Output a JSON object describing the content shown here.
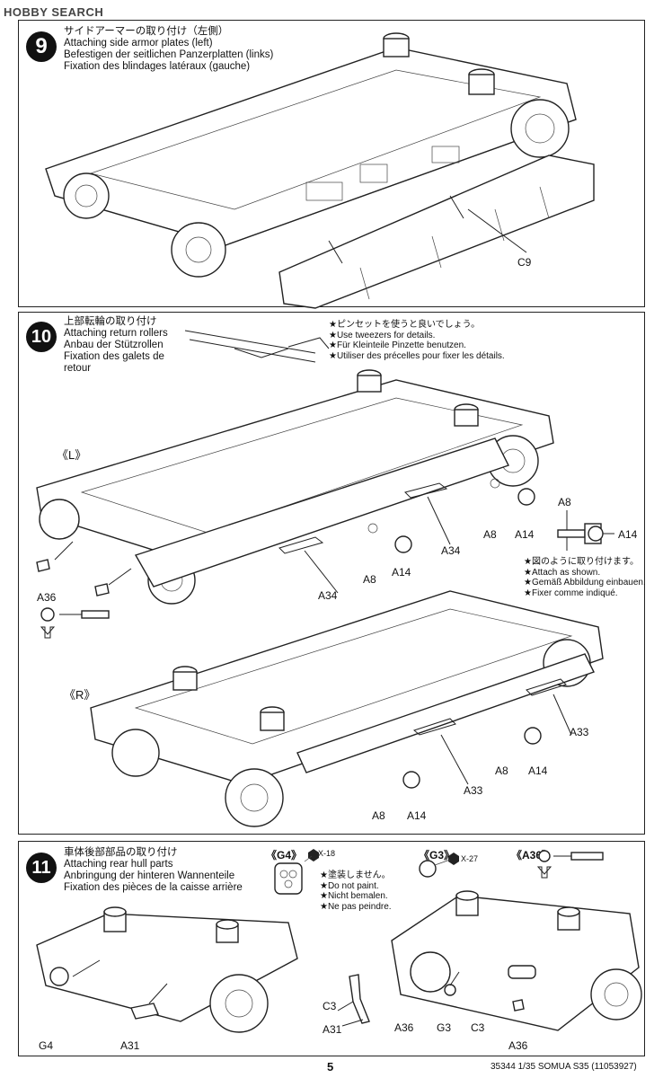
{
  "watermark": {
    "text": "HOBBY SEARCH"
  },
  "step9": {
    "number": "9",
    "title": [
      "サイドアーマーの取り付け（左側）",
      "Attaching side armor plates (left)",
      "Befestigen der seitlichen Panzerplatten (links)",
      "Fixation des blindages latéraux (gauche)"
    ],
    "labels": {
      "c9": "C9"
    }
  },
  "step10": {
    "number": "10",
    "title": [
      "上部転輪の取り付け",
      "Attaching return rollers",
      "Anbau der Stützrollen",
      "Fixation des galets de",
      "retour"
    ],
    "tips": [
      "★ピンセットを使うと良いでしょう。",
      "★Use tweezers for details.",
      "★Für Kleinteile Pinzette benutzen.",
      "★Utiliser des précelles pour fixer les détails."
    ],
    "side_left": "《L》",
    "side_right": "《R》",
    "attach_note": [
      "★図のように取り付けます。",
      "★Attach as shown.",
      "★Gemäß Abbildung einbauen.",
      "★Fixer comme indiqué."
    ],
    "labels": {
      "a8_1": "A8",
      "a14_1": "A14",
      "a34_1": "A34",
      "a8_2": "A8",
      "a14_2": "A14",
      "a34_2": "A34",
      "a36": "A36",
      "detail_a8": "A8",
      "detail_a14": "A14",
      "a8_3": "A8",
      "a14_3": "A14",
      "a33_1": "A33",
      "a8_4": "A8",
      "a14_4": "A14",
      "a33_2": "A33"
    }
  },
  "step11": {
    "number": "11",
    "title": [
      "車体後部部品の取り付け",
      "Attaching rear hull parts",
      "Anbringung der hinteren Wannenteile",
      "Fixation des pièces de la caisse arrière"
    ],
    "g4_header": "《G4》",
    "g4_paint": "X-18",
    "g4_notes": [
      "★塗装しません。",
      "★Do not paint.",
      "★Nicht bemalen.",
      "★Ne pas peindre."
    ],
    "g3_header": "《G3》",
    "g3_paint": "X-27",
    "a36_header": "《A36》",
    "labels": {
      "g4": "G4",
      "a31_1": "A31",
      "c3_1": "C3",
      "a31_2": "A31",
      "a36_1": "A36",
      "g3": "G3",
      "c3_2": "C3",
      "a36_2": "A36"
    }
  },
  "footer": {
    "page": "5",
    "code": "35344  1/35 SOMUA S35 (11053927)"
  }
}
